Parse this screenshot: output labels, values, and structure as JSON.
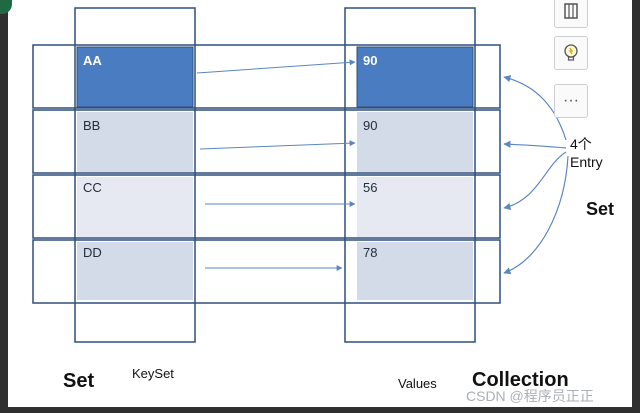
{
  "keys": [
    {
      "label": "AA"
    },
    {
      "label": "BB"
    },
    {
      "label": "CC"
    },
    {
      "label": "DD"
    }
  ],
  "values": [
    {
      "label": "90"
    },
    {
      "label": "90"
    },
    {
      "label": "56"
    },
    {
      "label": "78"
    }
  ],
  "labels": {
    "left_set": "Set",
    "keyset": "KeySet",
    "values": "Values",
    "collection": "Collection",
    "right_set": "Set",
    "entry_count": "4个",
    "entry_word": "Entry"
  },
  "watermark": "CSDN @程序员正正",
  "toolbar": [
    {
      "icon": "layout-icon"
    },
    {
      "icon": "lightbulb-icon"
    },
    {
      "icon": "more-icon",
      "label": "···"
    }
  ],
  "colors": {
    "accent_blue": "#4a7cc1",
    "cell_fill": "#d3dae8",
    "cell_fill_light": "#e6e9f2",
    "line": "#2e4f7a",
    "arrow": "#5b86c2"
  }
}
